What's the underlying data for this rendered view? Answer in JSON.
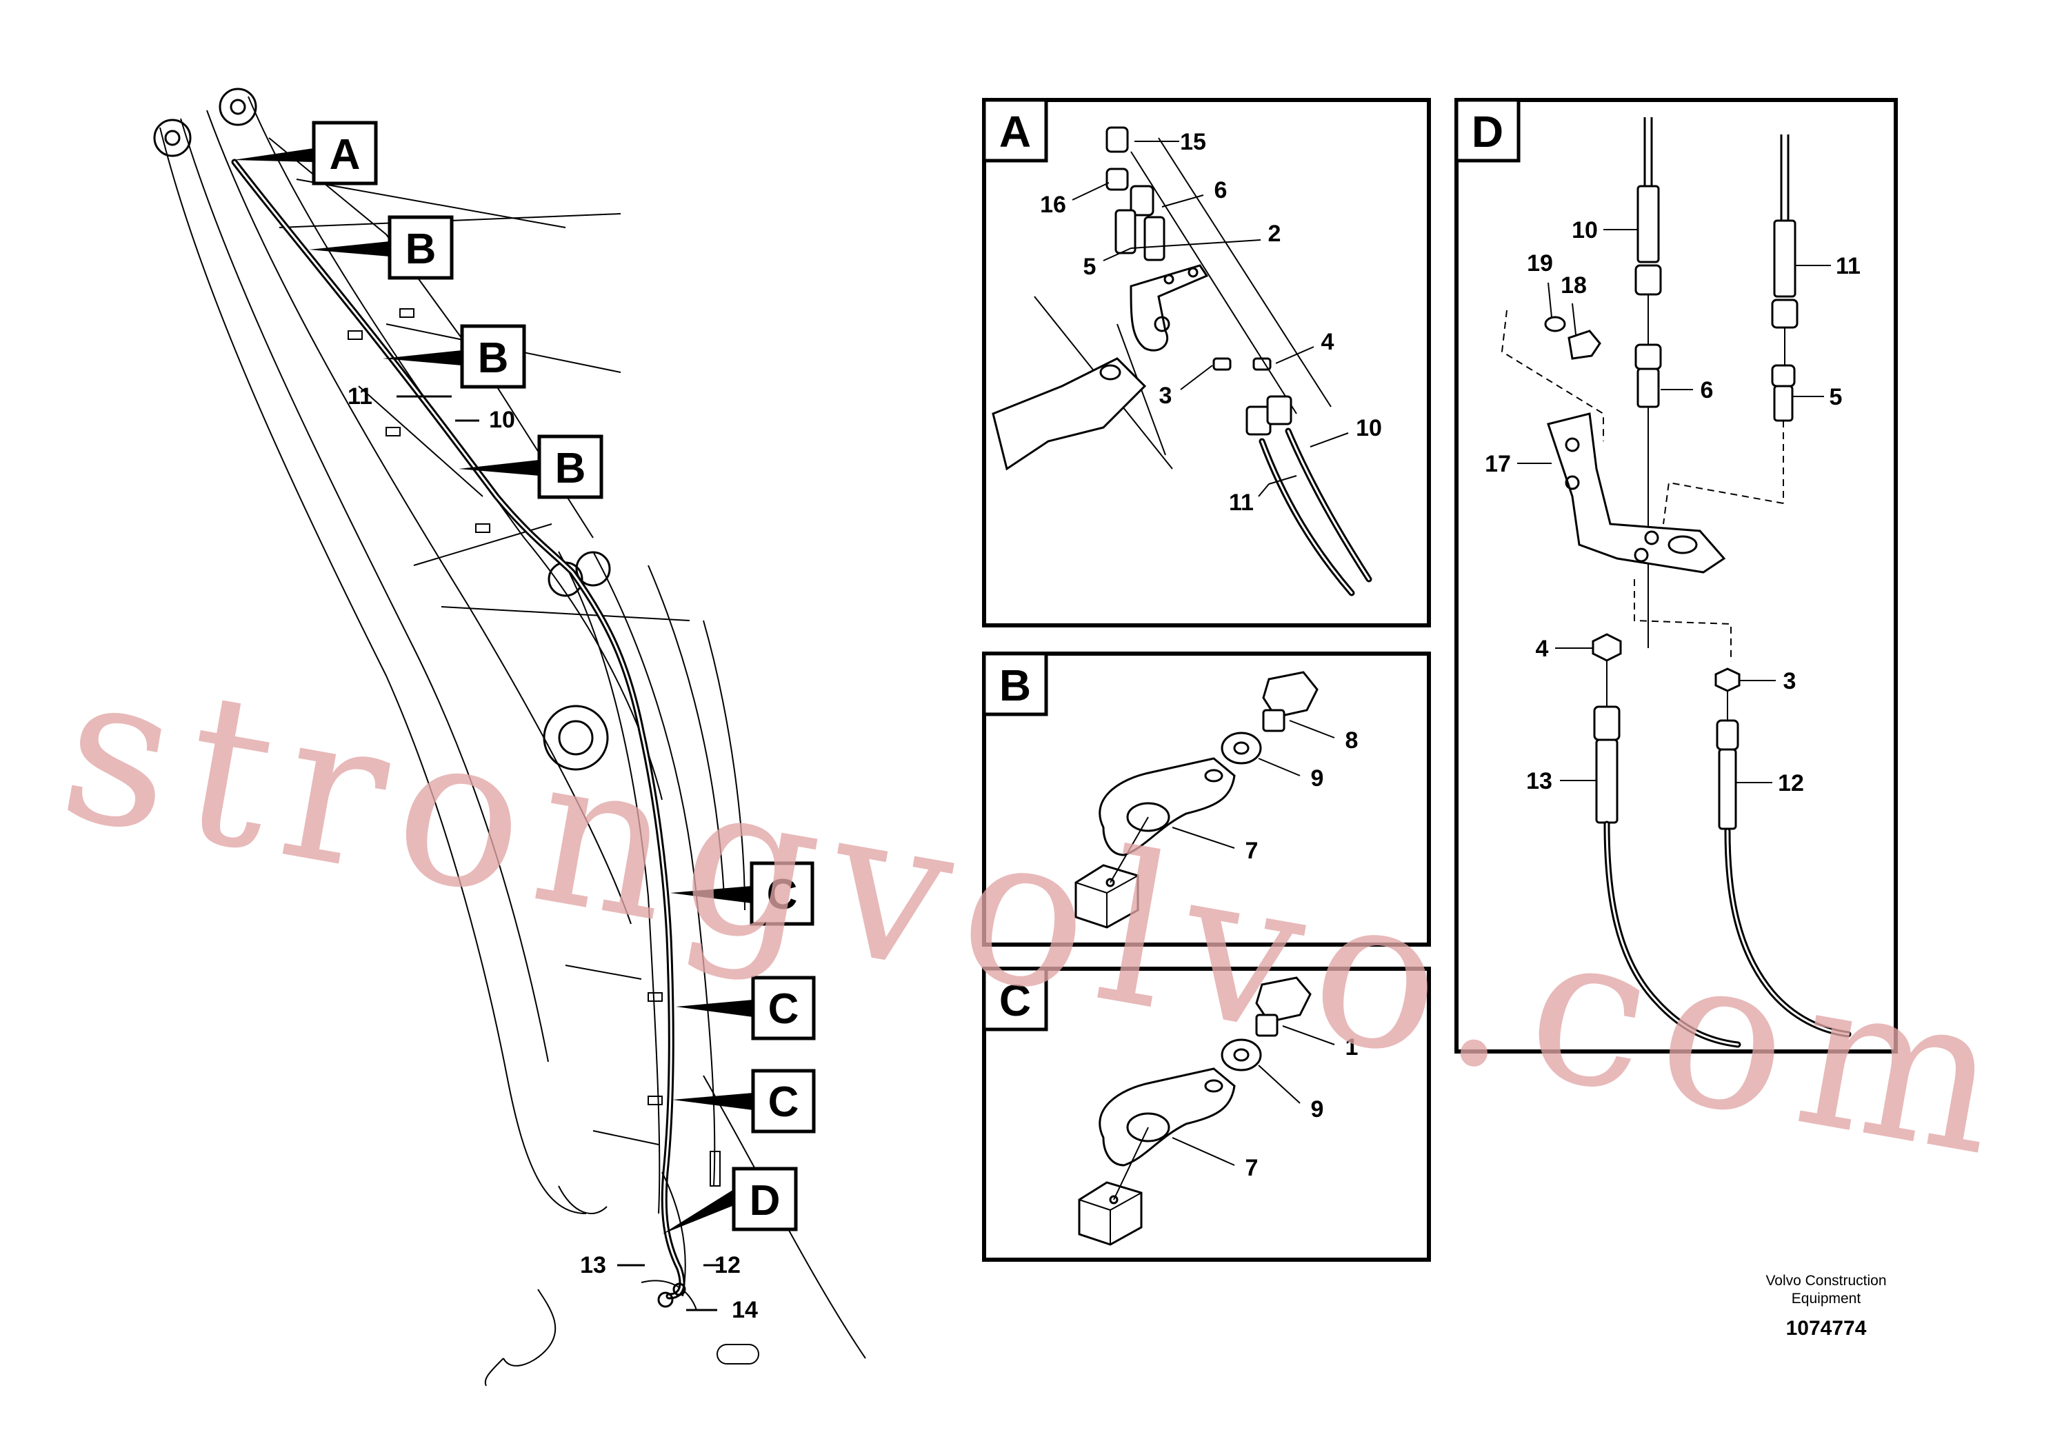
{
  "main_callouts": {
    "a": "A",
    "b1": "B",
    "b2": "B",
    "b3": "B",
    "c1": "C",
    "c2": "C",
    "c3": "C",
    "d": "D"
  },
  "main_labels": {
    "l11": "11",
    "l10": "10",
    "l13": "13",
    "l12": "12",
    "l14": "14"
  },
  "panel_a": {
    "letter": "A",
    "labels": {
      "p15": "15",
      "p16": "16",
      "p6": "6",
      "p2": "2",
      "p5": "5",
      "p4": "4",
      "p3": "3",
      "p10": "10",
      "p11": "11"
    }
  },
  "panel_b": {
    "letter": "B",
    "labels": {
      "p8": "8",
      "p9": "9",
      "p7": "7"
    }
  },
  "panel_c": {
    "letter": "C",
    "labels": {
      "p1": "1",
      "p9": "9",
      "p7": "7"
    }
  },
  "panel_d": {
    "letter": "D",
    "labels": {
      "p10": "10",
      "p11": "11",
      "p19": "19",
      "p18": "18",
      "p6": "6",
      "p5": "5",
      "p17": "17",
      "p4": "4",
      "p3": "3",
      "p13": "13",
      "p12": "12"
    }
  },
  "footer": {
    "brand_line1": "Volvo Construction",
    "brand_line2": "Equipment",
    "doc_number": "1074774"
  },
  "watermark": "strongvolvo.com"
}
